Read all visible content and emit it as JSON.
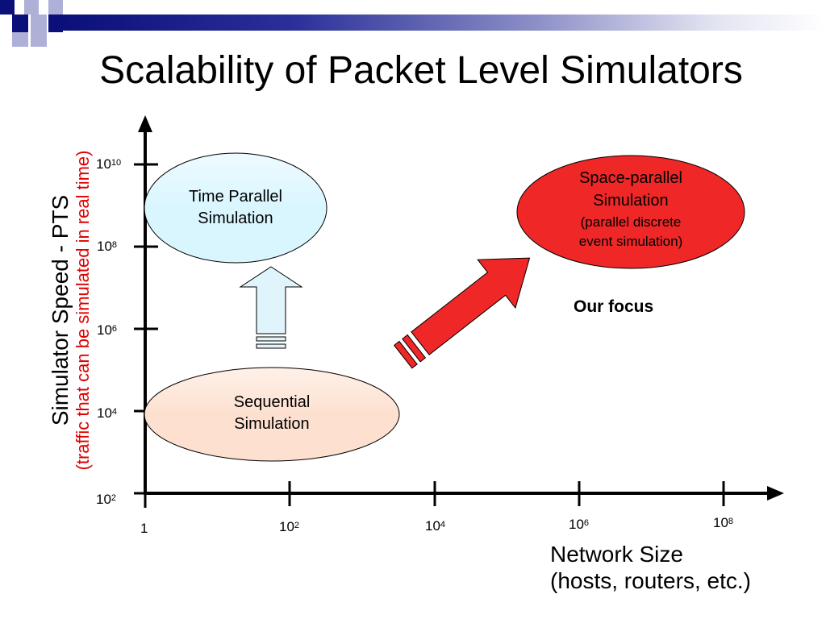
{
  "title": "Scalability of Packet Level Simulators",
  "colors": {
    "title_bar_dark": "#0a0f7a",
    "time_parallel_fill": "#d9f6ff",
    "sequential_fill": "#fde0cf",
    "space_parallel_fill": "#ef2727",
    "up_arrow_fill": "#dff4fb",
    "red_arrow_fill": "#ef2727",
    "ylabel_sub_color": "#e00000"
  },
  "y_axis": {
    "label": "Simulator Speed - PTS",
    "sublabel": "(traffic that can be simulated in real time)",
    "ticks": [
      {
        "base": "10",
        "exp": "10"
      },
      {
        "base": "10",
        "exp": "8"
      },
      {
        "base": "10",
        "exp": "6"
      },
      {
        "base": "10",
        "exp": "4"
      },
      {
        "base": "10",
        "exp": "2"
      }
    ]
  },
  "x_axis": {
    "label_line1": "Network Size",
    "label_line2": "(hosts, routers, etc.)",
    "origin_label": "1",
    "ticks": [
      {
        "base": "10",
        "exp": "2"
      },
      {
        "base": "10",
        "exp": "4"
      },
      {
        "base": "10",
        "exp": "6"
      },
      {
        "base": "10",
        "exp": "8"
      }
    ]
  },
  "regions": {
    "time_parallel": {
      "line1": "Time Parallel",
      "line2": "Simulation"
    },
    "sequential": {
      "line1": "Sequential",
      "line2": "Simulation"
    },
    "space_parallel": {
      "line1": "Space-parallel",
      "line2": "Simulation",
      "line3": "(parallel discrete",
      "line4": "event simulation)"
    }
  },
  "focus_label": "Our focus"
}
